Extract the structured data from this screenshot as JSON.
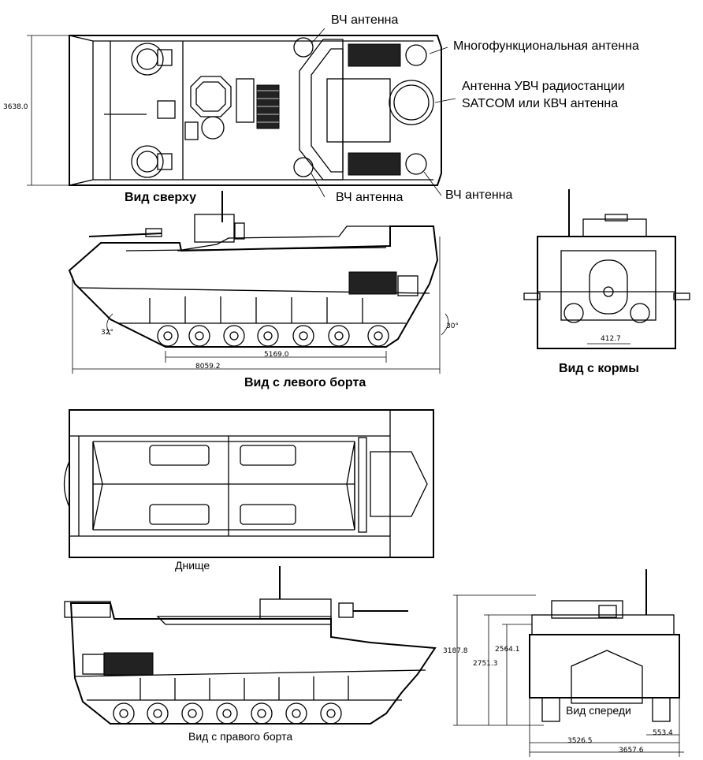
{
  "views": {
    "top": "Вид сверху",
    "left": "Вид с левого борта",
    "rear": "Вид с кормы",
    "bottom": "Днище",
    "right": "Вид с правого борта",
    "front": "Вид спереди"
  },
  "callouts": {
    "hf_top": "ВЧ антенна",
    "multi": "Многофункциональная антенна",
    "uhf_line1": "Антенна УВЧ радиостанции",
    "uhf_line2": "SATCOM или КВЧ антенна",
    "hf_bottom_left": "ВЧ антенна",
    "hf_bottom_right": "ВЧ антенна"
  },
  "dimensions": {
    "width_top": "3638.0",
    "angle_front": "32°",
    "angle_rear": "30°",
    "wheelbase": "5169.0",
    "length": "8059.2",
    "rear_width": "412.7",
    "height_total": "3187.8",
    "height_mid": "2751.3",
    "height_hull": "2564.1",
    "front_w1": "553.4",
    "front_w2": "3526.5",
    "front_w3": "3657.6"
  }
}
